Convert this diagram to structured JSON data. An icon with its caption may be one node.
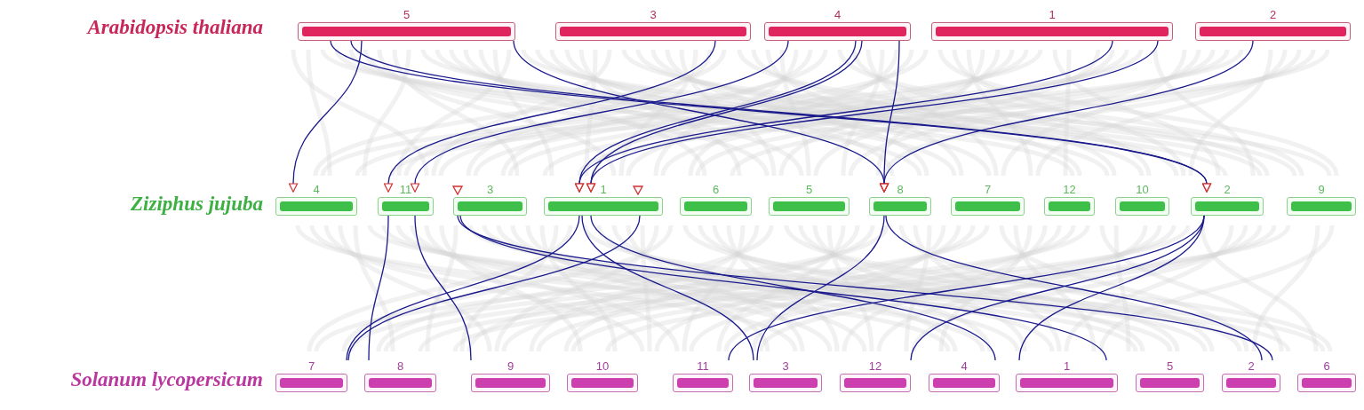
{
  "diagram": {
    "nodes": [
      {
        "text": [
          "5"
        ]
      },
      {
        "text": [
          "3"
        ]
      },
      {
        "text": [
          "4"
        ]
      },
      {
        "text": [
          "1"
        ]
      },
      {
        "text": [
          "2"
        ]
      },
      {
        "text": [
          "4"
        ]
      },
      {
        "text": [
          "11"
        ]
      },
      {
        "text": [
          "3"
        ]
      },
      {
        "text": [
          "1"
        ]
      },
      {
        "text": [
          "6"
        ]
      },
      {
        "text": [
          "5"
        ]
      },
      {
        "text": [
          "8"
        ]
      },
      {
        "text": [
          "7"
        ]
      },
      {
        "text": [
          "12"
        ]
      },
      {
        "text": [
          "10"
        ]
      },
      {
        "text": [
          "2"
        ]
      },
      {
        "text": [
          "9"
        ]
      },
      {
        "text": [
          "7"
        ]
      },
      {
        "text": [
          "8"
        ]
      },
      {
        "text": [
          "9"
        ]
      },
      {
        "text": [
          "10"
        ]
      },
      {
        "text": [
          "11"
        ]
      },
      {
        "text": [
          "3"
        ]
      },
      {
        "text": [
          "12"
        ]
      },
      {
        "text": [
          "4"
        ]
      },
      {
        "text": [
          "1"
        ]
      },
      {
        "text": [
          "5"
        ]
      },
      {
        "text": [
          "2"
        ]
      },
      {
        "text": [
          "6"
        ]
      }
    ],
    "edges": [
      {
        "from": 0,
        "to": 5,
        "arrow": "to"
      },
      {
        "from": 0,
        "to": 15,
        "arrow": "to"
      },
      {
        "from": 0,
        "to": 15,
        "arrow": "to"
      },
      {
        "from": 0,
        "to": 11,
        "arrow": "to"
      },
      {
        "from": 1,
        "to": 6,
        "arrow": "to"
      },
      {
        "from": 2,
        "to": 6,
        "arrow": "to"
      },
      {
        "from": 2,
        "to": 8,
        "arrow": "to"
      },
      {
        "from": 2,
        "to": 8,
        "arrow": "to"
      },
      {
        "from": 2,
        "to": 11,
        "arrow": "to"
      },
      {
        "from": 3,
        "to": 8,
        "arrow": "to"
      },
      {
        "from": 3,
        "to": 8,
        "arrow": "to"
      },
      {
        "from": 4,
        "to": 11,
        "arrow": "to"
      },
      {
        "from": 6,
        "to": 18,
        "arrow": "none"
      },
      {
        "from": 6,
        "to": 19,
        "arrow": "none"
      },
      {
        "from": 7,
        "to": 27,
        "arrow": "none"
      },
      {
        "from": 7,
        "to": 25,
        "arrow": "none"
      },
      {
        "from": 8,
        "to": 17,
        "arrow": "none"
      },
      {
        "from": 8,
        "to": 22,
        "arrow": "none"
      },
      {
        "from": 8,
        "to": 24,
        "arrow": "none"
      },
      {
        "from": 8,
        "to": 17,
        "arrow": "none"
      },
      {
        "from": 11,
        "to": 22,
        "arrow": "none"
      },
      {
        "from": 11,
        "to": 27,
        "arrow": "none"
      },
      {
        "from": 15,
        "to": 21,
        "arrow": "none"
      },
      {
        "from": 15,
        "to": 23,
        "arrow": "none"
      },
      {
        "from": 15,
        "to": 25,
        "arrow": "none"
      }
    ],
    "labels": [
      "Arabidopsis thaliana",
      "Ziziphus jujuba",
      "Solanum lycopersicum"
    ]
  }
}
